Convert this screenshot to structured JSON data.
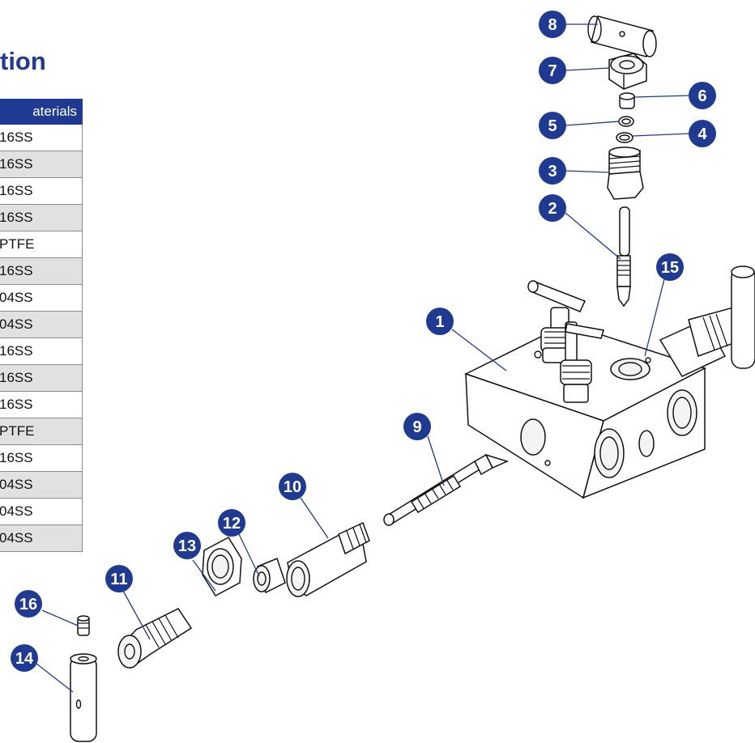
{
  "page": {
    "title": "tion"
  },
  "table": {
    "header": "aterials",
    "rows": [
      "16SS",
      "16SS",
      "16SS",
      "16SS",
      "PTFE",
      "16SS",
      "04SS",
      "04SS",
      "16SS",
      "16SS",
      "16SS",
      "PTFE",
      "16SS",
      "04SS",
      "04SS",
      "04SS"
    ]
  },
  "callouts": [
    "8",
    "7",
    "6",
    "5",
    "4",
    "3",
    "2",
    "15",
    "1",
    "9",
    "10",
    "12",
    "13",
    "11",
    "16",
    "14"
  ],
  "colors": {
    "brand": "#1f3a93",
    "header_text": "#ffffff",
    "row_alt": "#e1e1e1"
  }
}
